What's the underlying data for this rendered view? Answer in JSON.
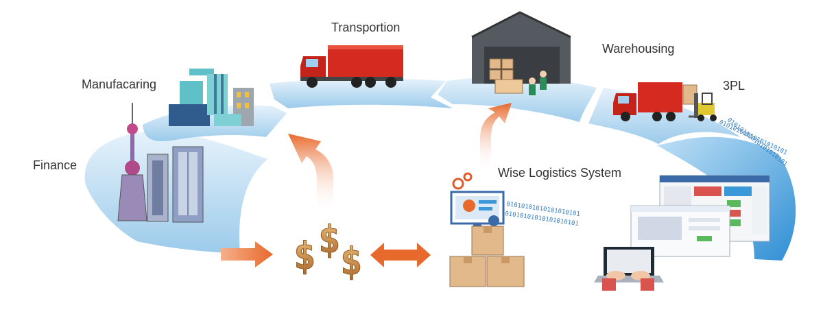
{
  "labels": {
    "finance": "Finance",
    "manufacturing": "Manufacaring",
    "transportation": "Transportion",
    "warehousing": "Warehousing",
    "third_party": "3PL",
    "system": "Wise Logistics System"
  },
  "money_symbol": "$",
  "binary_stream": "01010101010101010101",
  "colors": {
    "segment_light": "#cfe6f5",
    "segment_mid": "#a9d3ef",
    "segment_deep": "#3a97d8",
    "arrow": "#e8692c",
    "truck_red": "#d42a20",
    "dollar": "#c98a3a",
    "box": "#e2b98a"
  }
}
